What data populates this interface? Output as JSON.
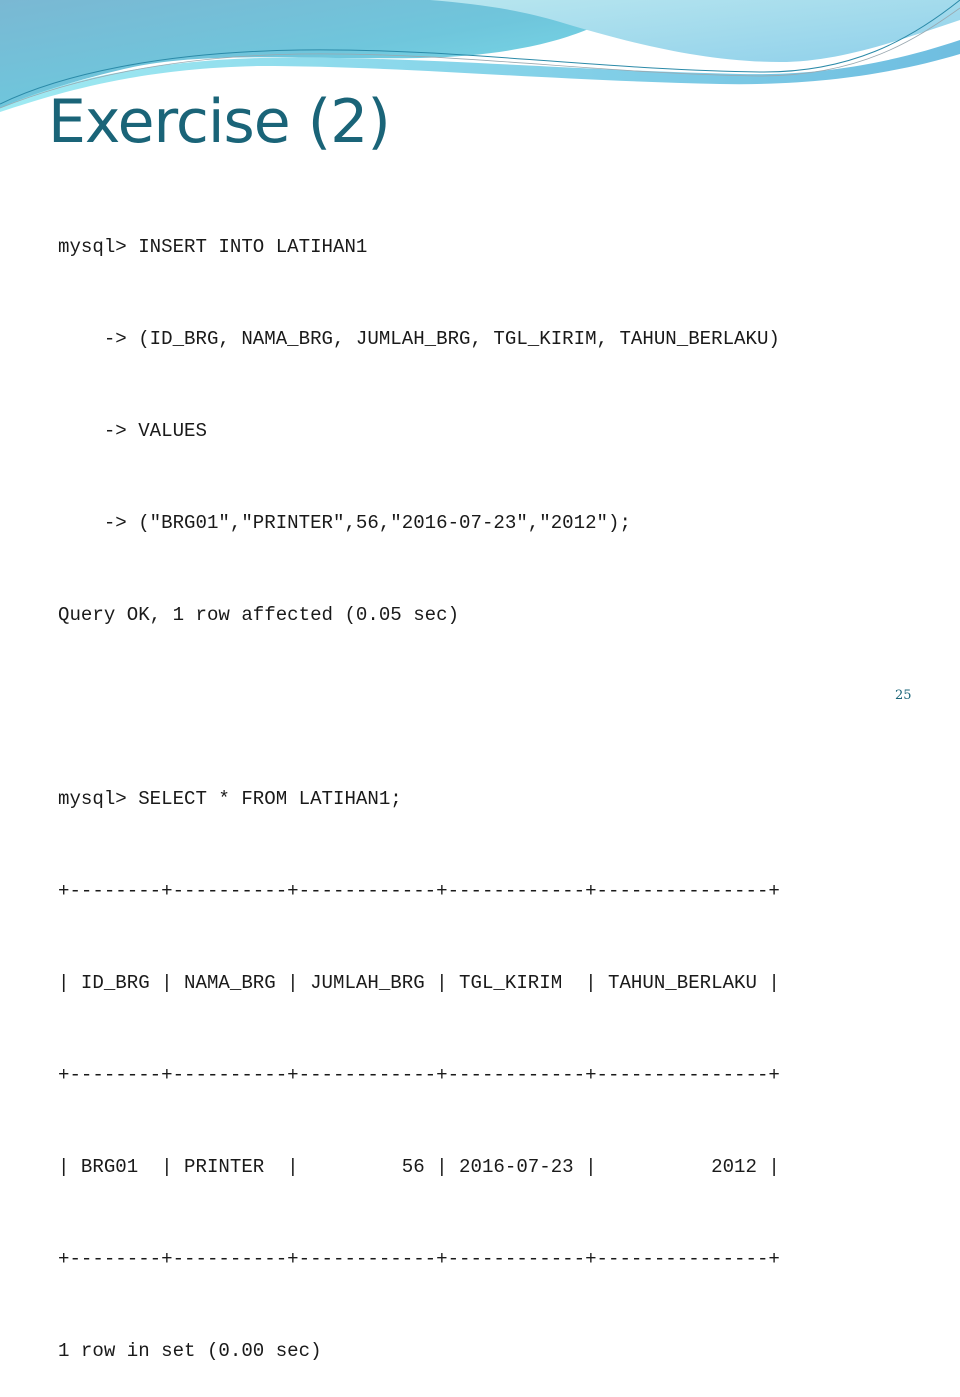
{
  "slide": {
    "title": "Exercise (2)",
    "page_number": "25",
    "colors": {
      "title": "#1a6478",
      "wave_light": "#7fd7e8",
      "wave_dark": "#5fb3cf",
      "text": "#1a1a1a"
    }
  },
  "console": {
    "insert_statement": [
      "mysql> INSERT INTO LATIHAN1",
      "    -> (ID_BRG, NAMA_BRG, JUMLAH_BRG, TGL_KIRIM, TAHUN_BERLAKU)",
      "    -> VALUES",
      "    -> (\"BRG01\",\"PRINTER\",56,\"2016-07-23\",\"2012\");"
    ],
    "insert_result": "Query OK, 1 row affected (0.05 sec)",
    "blank": " ",
    "select_statement": "mysql> SELECT * FROM LATIHAN1;",
    "table": {
      "border": "+--------+----------+------------+------------+---------------+",
      "header_line": "| ID_BRG | NAMA_BRG | JUMLAH_BRG | TGL_KIRIM  | TAHUN_BERLAKU |",
      "row_line": "| BRG01  | PRINTER  |         56 | 2016-07-23 |          2012 |",
      "columns": [
        "ID_BRG",
        "NAMA_BRG",
        "JUMLAH_BRG",
        "TGL_KIRIM",
        "TAHUN_BERLAKU"
      ],
      "rows": [
        [
          "BRG01",
          "PRINTER",
          "56",
          "2016-07-23",
          "2012"
        ]
      ]
    },
    "select_result": "1 row in set (0.00 sec)"
  }
}
